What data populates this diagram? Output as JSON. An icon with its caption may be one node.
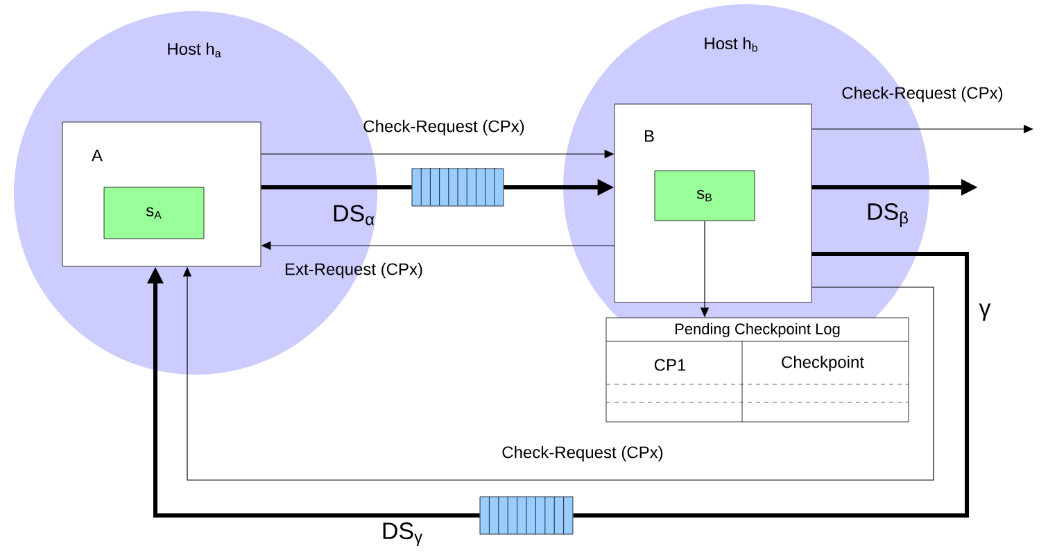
{
  "diagram": {
    "nodes": [
      {
        "text": [
          "Host h$_{a}$"
        ]
      },
      {
        "text": [
          "Host h$_{b}$"
        ]
      },
      {
        "text": [
          "A"
        ],
        "in": 0
      },
      {
        "text": [
          "s$_{A}$"
        ],
        "in": 2
      },
      {
        "text": [
          "B"
        ],
        "in": 1
      },
      {
        "text": [
          "s$_{B}$"
        ],
        "in": 4
      },
      {
        "text": [
          "Pending Checkpoint Log",
          "CP1",
          "Checkpoint"
        ]
      },
      {
        "text": [],
        "shape": "box"
      },
      {
        "text": [],
        "shape": "box"
      }
    ],
    "edges": [
      {
        "from": 2,
        "to": 4,
        "arrow": "to",
        "label": "Check-Request (CPx)"
      },
      {
        "from": 2,
        "to": 7,
        "arrow": "none",
        "style": "thick",
        "label": "DS$_{α}$"
      },
      {
        "from": 7,
        "to": 4,
        "arrow": "to",
        "style": "thick"
      },
      {
        "from": 4,
        "to": 2,
        "arrow": "to",
        "label": "Ext-Request (CPx)"
      },
      {
        "from": 4,
        "to": null,
        "arrow": "to",
        "label": "Check-Request (CPx)"
      },
      {
        "from": 4,
        "to": null,
        "arrow": "to",
        "style": "thick",
        "label": "DS$_{β}$"
      },
      {
        "from": 4,
        "to": 8,
        "arrow": "none",
        "style": "thick",
        "label": "γ"
      },
      {
        "from": 8,
        "to": 2,
        "arrow": "to",
        "style": "thick",
        "label": "DS$_{γ}$"
      },
      {
        "from": 4,
        "to": 2,
        "arrow": "to",
        "label": "Check-Request (CPx)"
      },
      {
        "from": 5,
        "to": 6,
        "arrow": "to"
      }
    ]
  }
}
